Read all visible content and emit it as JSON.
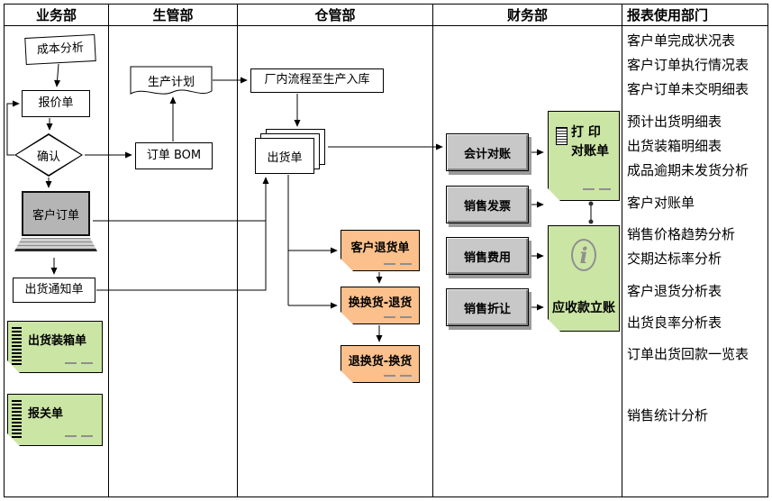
{
  "lanes": [
    {
      "title": "业务部"
    },
    {
      "title": "生管部"
    },
    {
      "title": "仓管部"
    },
    {
      "title": "财务部"
    },
    {
      "title": "报表使用部门"
    }
  ],
  "business": {
    "cost_analysis": "成本分析",
    "quotation": "报价单",
    "confirm": "确认",
    "customer_order": "客户订单",
    "shipping_notice": "出货通知单",
    "packing_list": "出货装箱单",
    "customs_declaration": "报关单"
  },
  "production": {
    "production_plan": "生产计划",
    "order_bom": "订单 BOM"
  },
  "warehouse": {
    "factory_inbound": "厂内流程至生产入库",
    "shipping_order": "出货单",
    "customer_return": "客户退货单",
    "exchange_return": "换换货-退货",
    "return_exchange": "退换货-换货"
  },
  "finance": {
    "accounting_reconciliation": "会计对账",
    "sales_invoice": "销售发票",
    "sales_expense": "销售费用",
    "sales_allowance": "销售折让",
    "print_line1": "打 印",
    "print_line2": "对账单",
    "receivable_posting": "应收款立账"
  },
  "reports": {
    "items": [
      "客户单完成状况表",
      "客户订单执行情况表",
      "客户订单未交明细表",
      "预计出货明细表",
      "出货装箱明细表",
      "成品逾期未发货分析",
      "客户对账单",
      "销售价格趋势分析",
      "交期达标率分析",
      "客户退货分析表",
      "出货良率分析表",
      "订单出货回款一览表",
      "销售统计分析"
    ]
  },
  "icons": {
    "barcode": "barcode-stripes",
    "document_list": "lined-document",
    "info": "i"
  },
  "colors": {
    "note_green": "#cbe5a5",
    "note_orange": "#fbc08c",
    "box_gray": "#c8c8c8",
    "line": "#000000"
  }
}
